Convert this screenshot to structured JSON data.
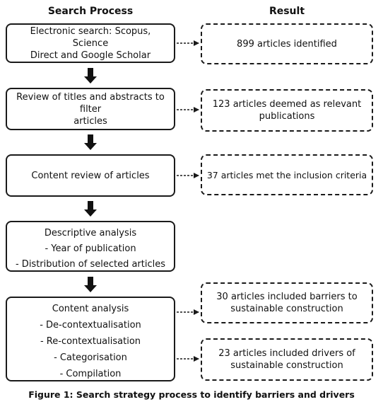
{
  "headers": {
    "left": "Search Process",
    "right": "Result"
  },
  "process": [
    {
      "lines": [
        "Electronic search: Scopus, Science",
        "Direct and Google Scholar"
      ]
    },
    {
      "lines": [
        "Review of titles and abstracts to filter",
        "articles"
      ]
    },
    {
      "lines": [
        "Content review of articles"
      ]
    },
    {
      "lines": [
        "Descriptive analysis",
        "- Year of publication",
        "- Distribution of selected articles"
      ]
    },
    {
      "lines": [
        "Content analysis",
        "- De-contextualisation",
        "- Re-contextualisation",
        "- Categorisation",
        "- Compilation"
      ]
    }
  ],
  "results": [
    {
      "lines": [
        "899 articles identified"
      ]
    },
    {
      "lines": [
        "123 articles deemed as relevant",
        "publications"
      ]
    },
    {
      "lines": [
        "37 articles met the inclusion criteria"
      ]
    },
    {
      "lines": [
        "30 articles included barriers to",
        "sustainable construction"
      ]
    },
    {
      "lines": [
        "23 articles included drivers of",
        "sustainable construction"
      ]
    }
  ],
  "caption": "Figure 1: Search strategy process to identify barriers and drivers"
}
